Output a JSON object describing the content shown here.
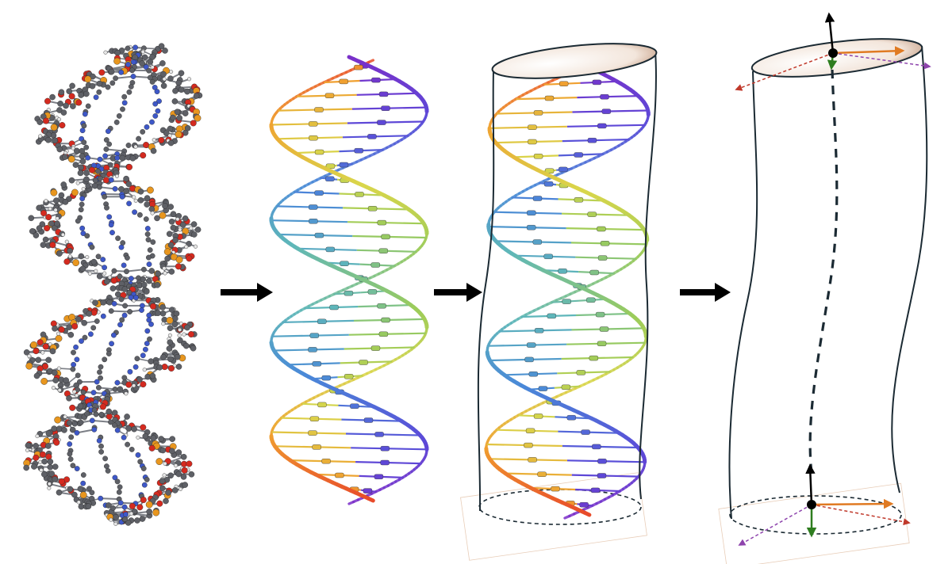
{
  "figure": {
    "panels": [
      {
        "id": "atomic-model",
        "kind": "ball-and-stick DNA double helix"
      },
      {
        "id": "ribbon-model",
        "kind": "ribbon/cartoon DNA double helix"
      },
      {
        "id": "ribbon-in-tube",
        "kind": "ribbon helix enclosed in deformable tube"
      },
      {
        "id": "rod-frame",
        "kind": "elastic rod with centerline and material frames"
      }
    ],
    "arrows_between_panels": 3
  },
  "colors": {
    "carbon": "#5e6066",
    "oxygen": "#d42a1f",
    "nitrogen": "#3e58c8",
    "phosphorus": "#e8961e",
    "hydrogen": "#e6e6e6",
    "tube_outline": "#1b2a33",
    "centerline": "#1b2a33",
    "frame_tangent": "#000000",
    "frame_d1": "#e07a22",
    "frame_d2": "#2e7d1f",
    "frame_dash_red": "#c0392b",
    "frame_dash_purple": "#8e44ad",
    "helix_gradient": [
      "#e84b2a",
      "#f0a030",
      "#d9d64b",
      "#9ccc5a",
      "#5fb7b9",
      "#4a89d8",
      "#5b4ad8",
      "#7b2fc9"
    ]
  },
  "icons": {
    "flow_arrow": "right-arrow-icon",
    "frame_origin": "dot-icon"
  }
}
